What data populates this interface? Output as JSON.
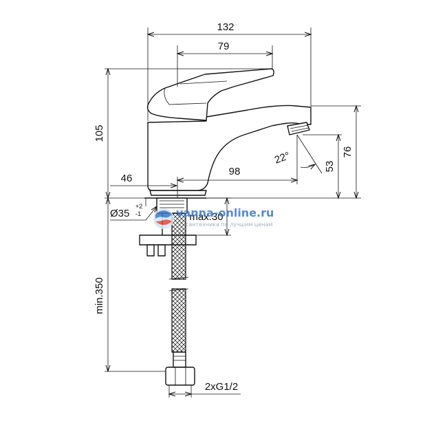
{
  "dimensions": {
    "total_width": "132",
    "lever_width": "79",
    "total_height": "105",
    "spout_height": "76",
    "aerator_height": "53",
    "spout_angle": "22°",
    "spout_reach": "98",
    "body_offset": "46",
    "hole_diameter": "Ø35",
    "hole_tol_plus": "+2",
    "hole_tol_minus": "-1",
    "deck_thickness": "max.30",
    "hose_length": "min.350",
    "connection": "2xG1/2"
  },
  "watermark": {
    "brand": "vanna-online.ru",
    "tagline": "сантехника по лучшим ценам"
  },
  "colors": {
    "line": "#111111",
    "watermark_blue": "#3a78c9",
    "watermark_red": "#e0473a",
    "watermark_gray": "#9aa3ad"
  }
}
